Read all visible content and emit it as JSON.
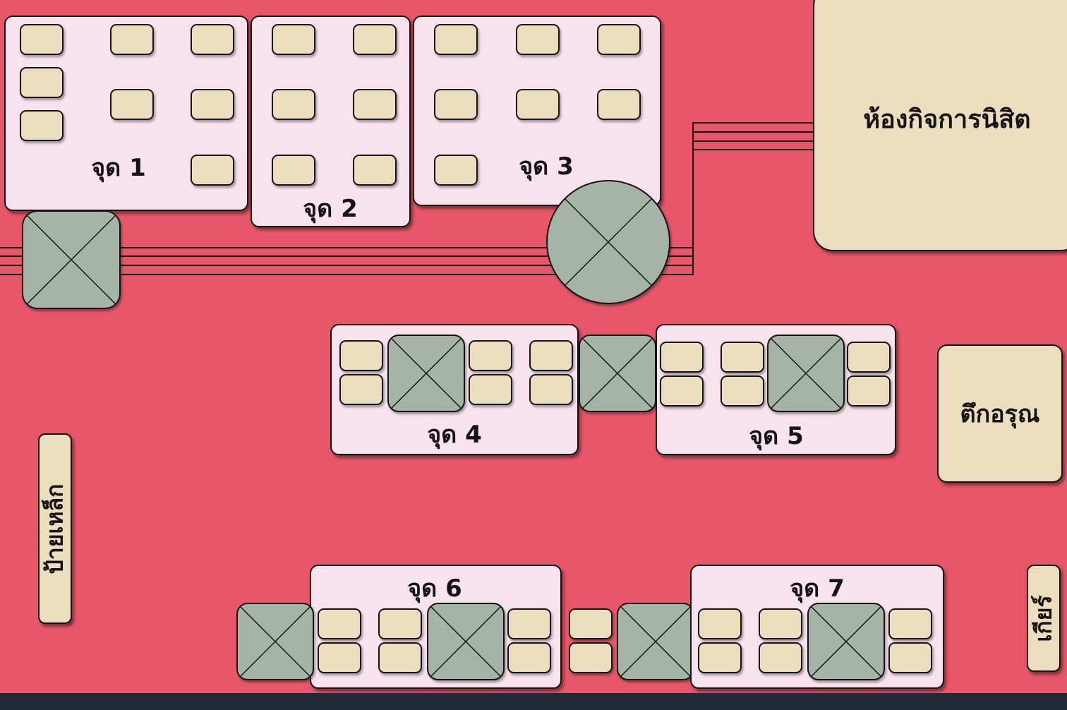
{
  "colors": {
    "background": "#e85769",
    "zone_fill": "#f8e2ee",
    "slot_fill": "#ebddbe",
    "obstacle_fill": "#a5b4a6",
    "outline": "#141414",
    "bottom_bar": "#212a36"
  },
  "zones": {
    "z1": {
      "label": "จุด 1"
    },
    "z2": {
      "label": "จุด 2"
    },
    "z3": {
      "label": "จุด 3"
    },
    "z4": {
      "label": "จุด 4"
    },
    "z5": {
      "label": "จุด 5"
    },
    "z6": {
      "label": "จุด 6"
    },
    "z7": {
      "label": "จุด 7"
    }
  },
  "buildings": {
    "student_affairs": "ห้องกิจการนิสิต",
    "arun_building": "ตึกอรุณ",
    "steel_sign": "ป้ายเหล็ก",
    "gear": "เกียร์"
  },
  "icons": {
    "obstacle": "crossed-box-icon",
    "roundabout": "crossed-circle-icon"
  }
}
